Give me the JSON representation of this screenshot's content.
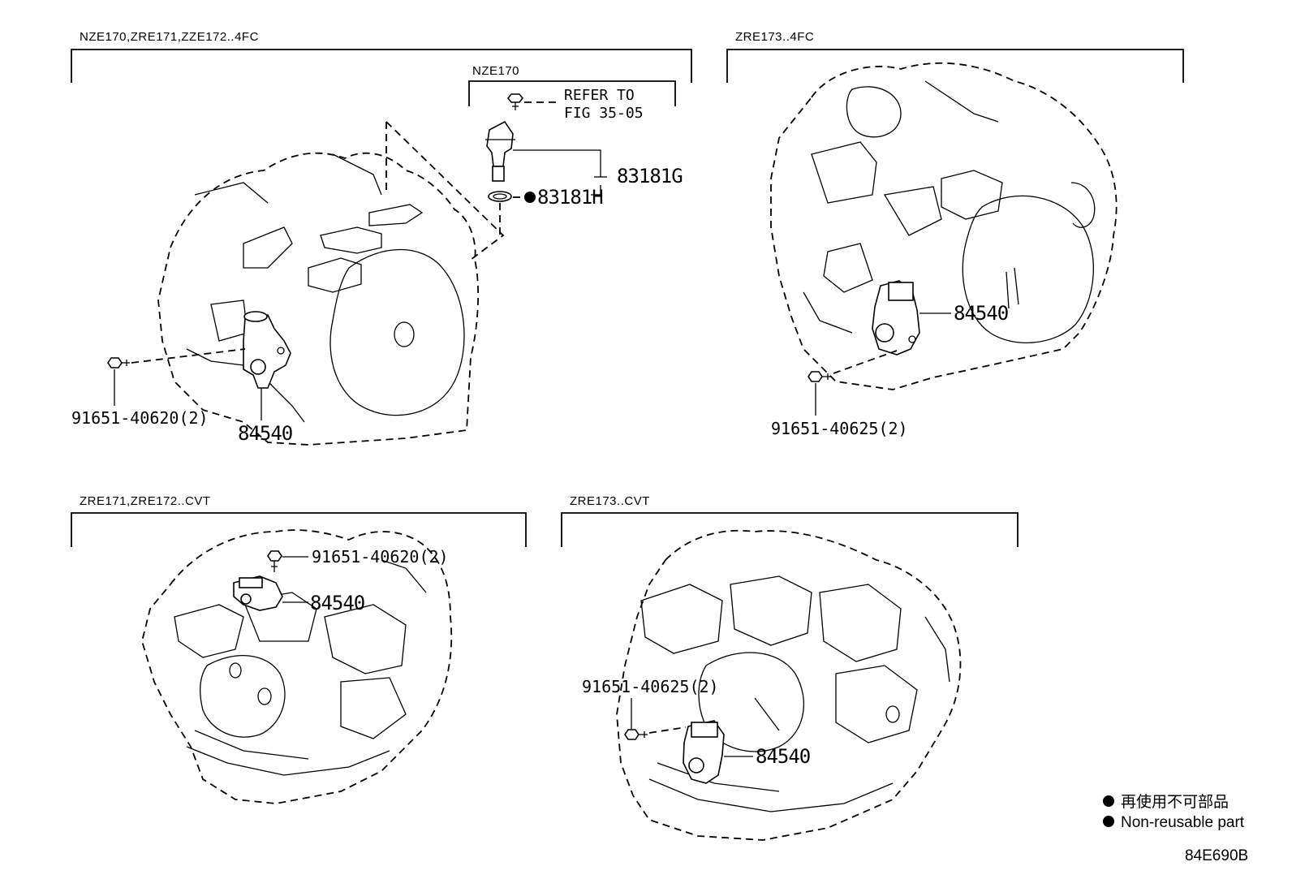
{
  "groups": {
    "g1": {
      "header": "NZE170,ZRE171,ZZE172..4FC",
      "bolt": "91651-40620(2)",
      "switch": "84540"
    },
    "g1sub": {
      "header": "NZE170",
      "refer_line1": "REFER TO",
      "refer_line2": "FIG 35-05",
      "sensor": "83181G",
      "seal": "83181H"
    },
    "g2": {
      "header": "ZRE173..4FC",
      "bolt": "91651-40625(2)",
      "switch": "84540"
    },
    "g3": {
      "header": "ZRE171,ZRE172..CVT",
      "bolt": "91651-40620(2)",
      "switch": "84540"
    },
    "g4": {
      "header": "ZRE173..CVT",
      "bolt": "91651-40625(2)",
      "switch": "84540"
    }
  },
  "legend": {
    "jp": "再使用不可部品",
    "en": "Non-reusable part"
  },
  "figure_code": "84E690B"
}
